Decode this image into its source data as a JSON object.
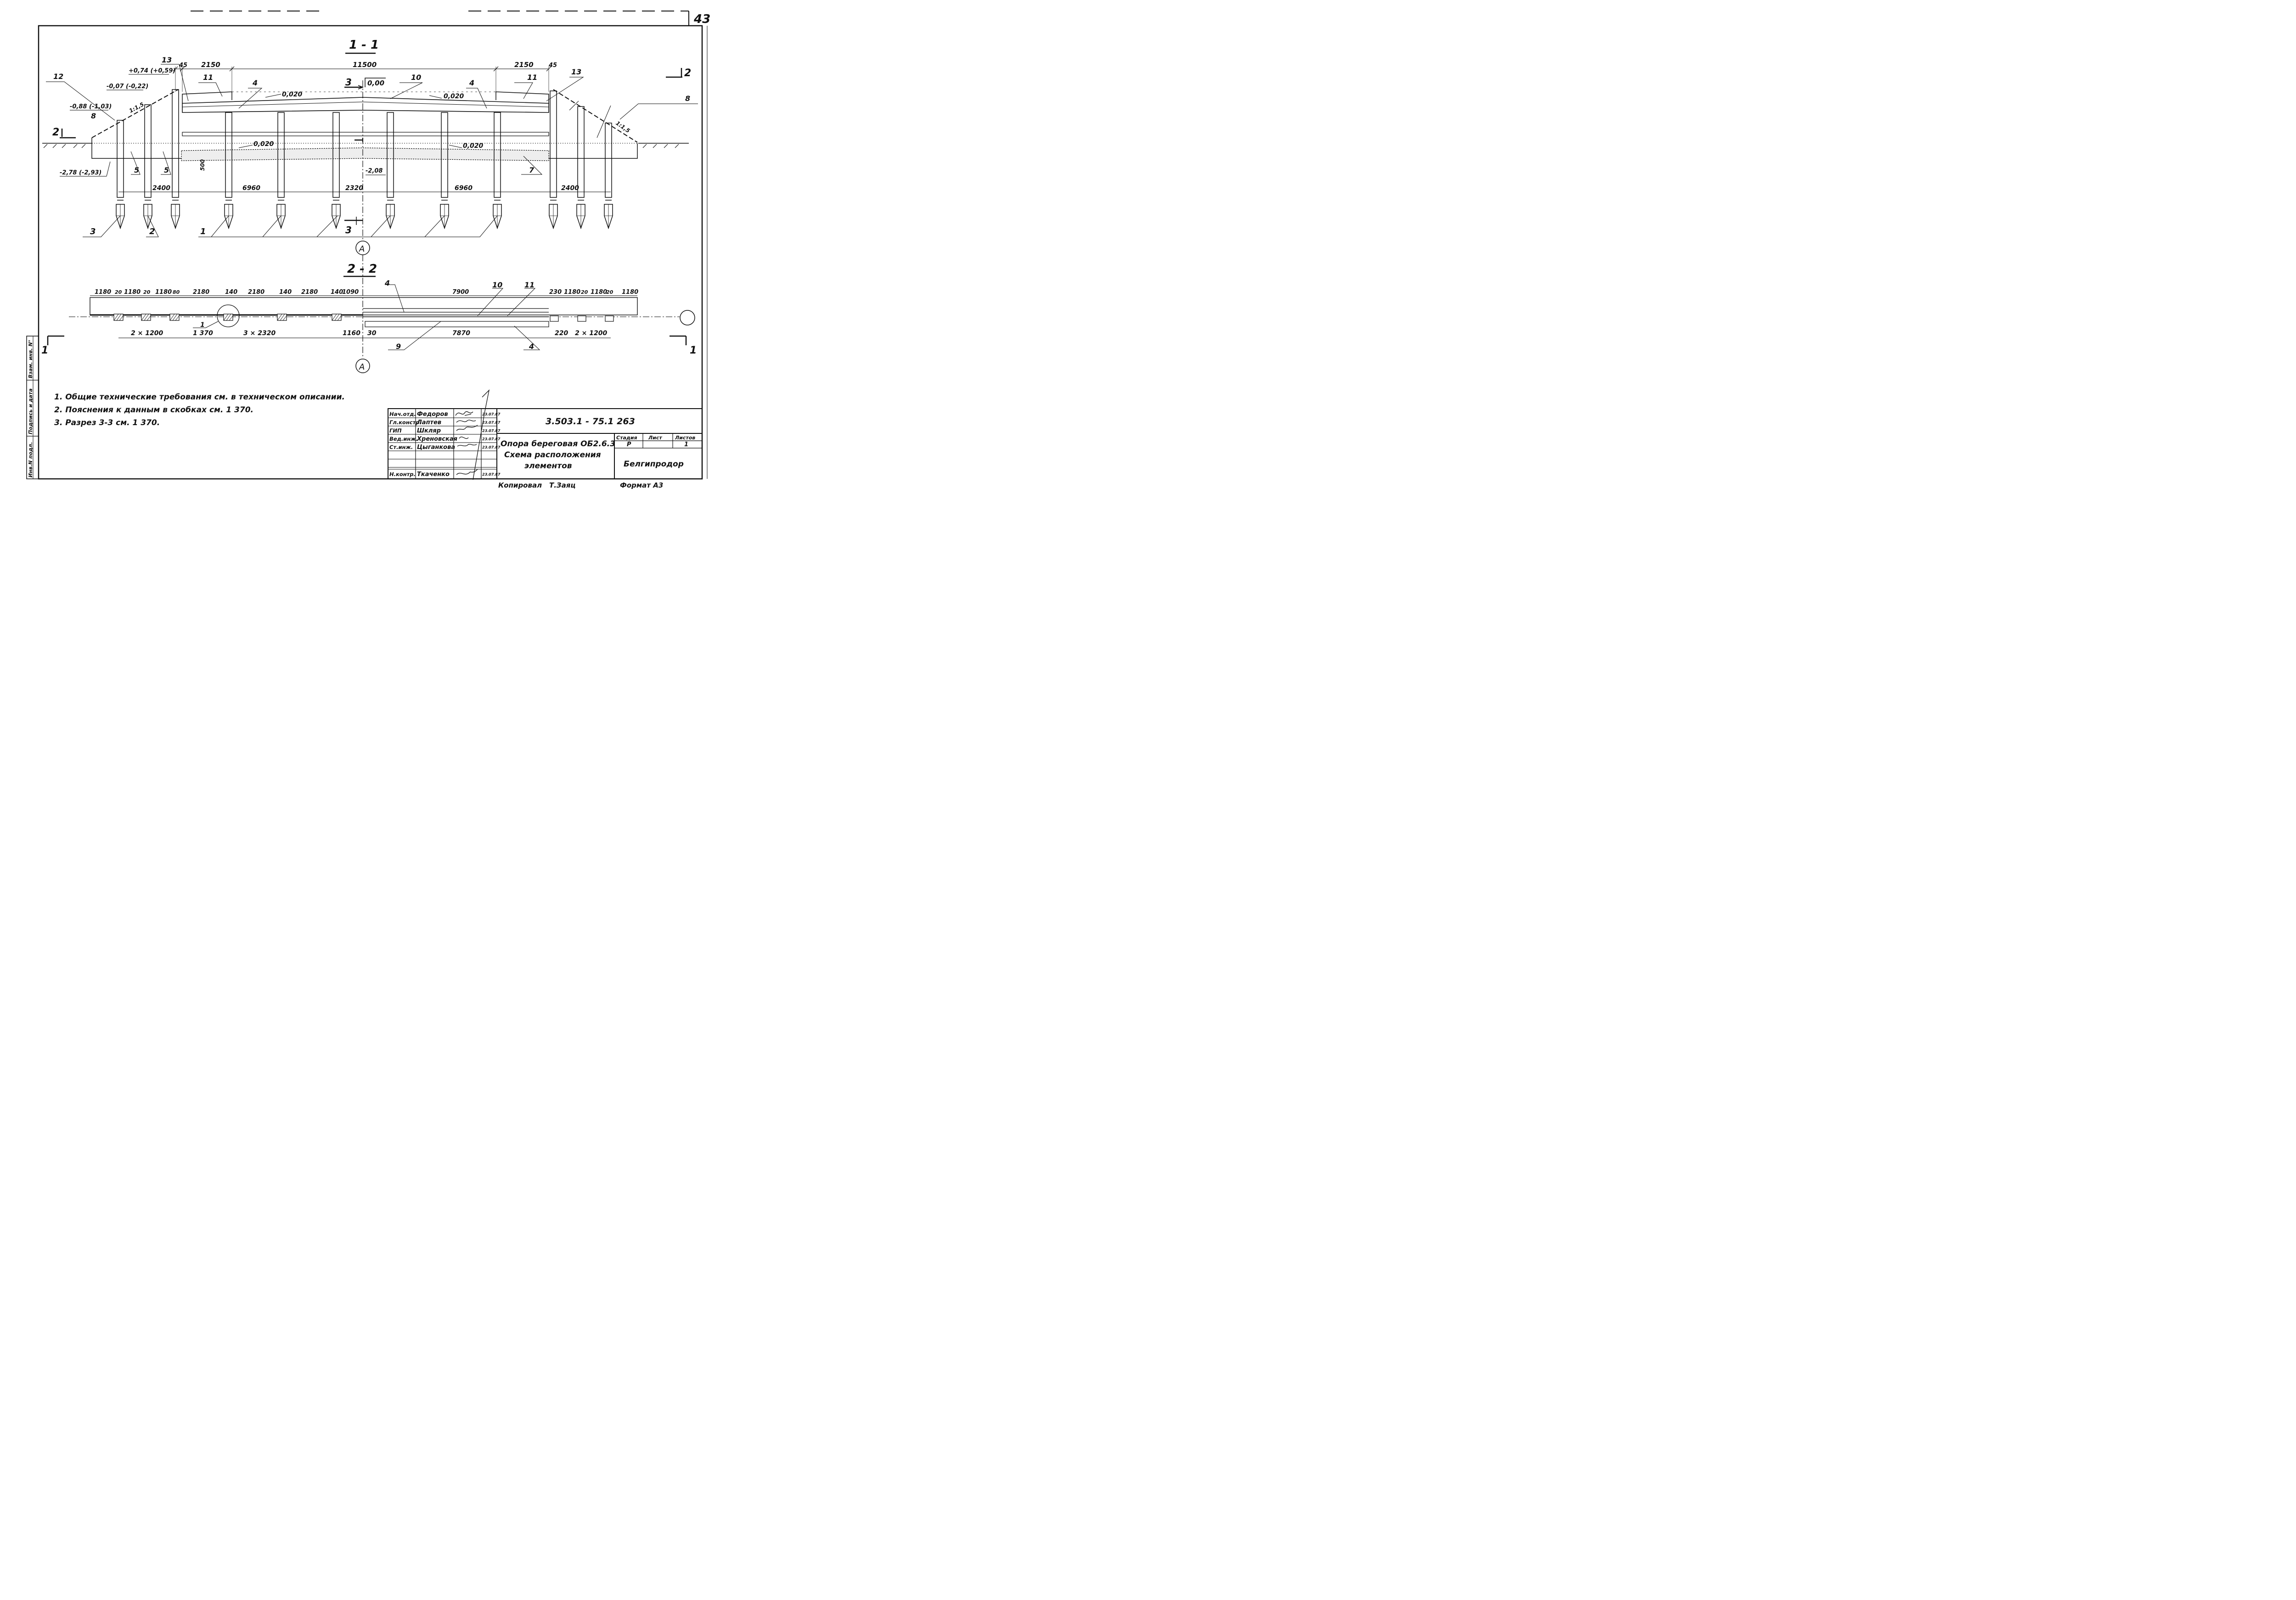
{
  "page_number": "43",
  "section_1": {
    "title": "1 - 1",
    "dims_top": [
      "45",
      "2150",
      "11500",
      "2150",
      "45"
    ],
    "elev_left": [
      "+0,74 (+0,59)",
      "-0,07 (-0,22)",
      "-0,88 (-1,03)",
      "-2,78 (-2,93)"
    ],
    "elev_center_top": "0,00",
    "elev_center_bottom": "-2,08",
    "slopes": [
      "0,020",
      "0,020",
      "0,020",
      "0,020"
    ],
    "slope_ratio_left": "1:1,5",
    "slope_ratio_right": "1:1,5",
    "dim_500": "500",
    "dims_bottom": [
      "2400",
      "6960",
      "2320",
      "6960",
      "2400"
    ],
    "cut_3": "3",
    "cut_2": "2",
    "callouts": [
      "1",
      "2",
      "3",
      "4",
      "4",
      "5",
      "5",
      "7",
      "8",
      "8",
      "10",
      "11",
      "11",
      "12",
      "13",
      "13"
    ],
    "axis_label": "A"
  },
  "section_2": {
    "title": "2 - 2",
    "dims_top_left": [
      "1180",
      "20",
      "1180",
      "20",
      "1180",
      "80",
      "2180",
      "140",
      "2180",
      "140",
      "2180",
      "140",
      "1090"
    ],
    "dims_top_right": [
      "7900",
      "230",
      "1180",
      "20",
      "1180",
      "20",
      "1180"
    ],
    "dims_bottom": [
      "2 × 1200",
      "1 370",
      "3 × 2320",
      "1160",
      "30",
      "7870",
      "220",
      "2 × 1200"
    ],
    "callouts": [
      "1",
      "4",
      "4",
      "9",
      "10",
      "11"
    ],
    "cut_1": "1",
    "axis_label": "A"
  },
  "notes": [
    "1. Общие технические требования см. в техническом описании.",
    "2. Пояснения к данным в скобках см. 1 370.",
    "3. Разрез 3-3 см. 1 370."
  ],
  "side_stamp": [
    "Инв.N подл.",
    "Подпись и дата",
    "Взам. инв. N°"
  ],
  "title_block": {
    "doc_code": "3.503.1 - 75.1 263",
    "title_line1": "Опора береговая ОБ2.6.3",
    "title_line2": "Схема расположения",
    "title_line3": "элементов",
    "stage_header": "Стадия",
    "sheet_header": "Лист",
    "sheets_header": "Листов",
    "stage": "Р",
    "sheets": "1",
    "org": "Белгипродор",
    "roles": [
      {
        "role": "Нач.отд.",
        "name": "Федоров",
        "date": "23.07.87"
      },
      {
        "role": "Гл.констр.",
        "name": "Лаптев",
        "date": "23.07.87"
      },
      {
        "role": "ГИП",
        "name": "Шкляр",
        "date": "23.07.87"
      },
      {
        "role": "Вед.инж.",
        "name": "Хреновская",
        "date": "23.07.87"
      },
      {
        "role": "Ст.инж.",
        "name": "Цыганкова",
        "date": "23.07.87"
      },
      {
        "role": "Н.контр.",
        "name": "Ткаченко",
        "date": "23.07.87"
      }
    ],
    "copied_label": "Копировал",
    "copied_by": "Т.Заяц",
    "format": "Формат А3"
  }
}
